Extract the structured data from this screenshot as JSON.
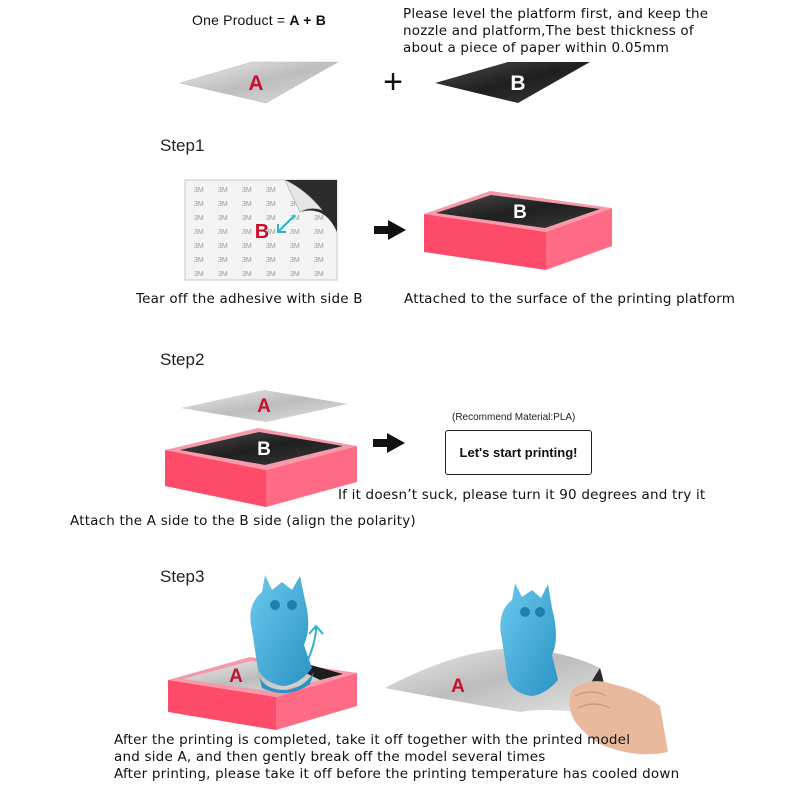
{
  "header": {
    "product_prefix": "One  Product = ",
    "product_formula": "A + B",
    "plus_sign": "+",
    "level_note_lines": [
      "Please level the platform first, and keep the",
      "nozzle and platform,The best thickness of",
      "about a piece of paper within 0.05mm"
    ]
  },
  "sheets": {
    "a_label": "A",
    "b_label": "B",
    "adhesive_watermark": "3M"
  },
  "step1": {
    "title": "Step1",
    "caption_left": "Tear off the adhesive with side B",
    "caption_right": "Attached to the surface of the printing platform"
  },
  "step2": {
    "title": "Step2",
    "recommend": "(Recommend  Material:PLA)",
    "cta": "Let's start printing!",
    "tip": "If it doesn’t suck, please turn it 90 degrees and try it",
    "caption": "Attach the A side to the B side (align the polarity)"
  },
  "step3": {
    "title": "Step3",
    "caption_lines": [
      "After the printing is completed, take it off together with the printed model",
      "and side A, and then gently break off the model several times",
      "After printing, please take it off before the printing temperature has cooled down"
    ]
  },
  "colors": {
    "pink": "#f0566f",
    "pink_light": "#f59aaa",
    "black_sheet": "#2b2b2b",
    "silver": "#c9c9c9",
    "letter_red": "#c8102e",
    "owl_blue": "#3aa8d8",
    "arrow_cyan": "#2bb3c9"
  }
}
